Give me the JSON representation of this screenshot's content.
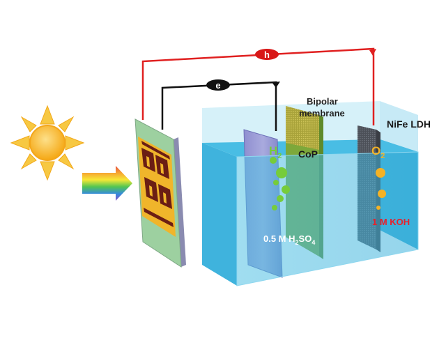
{
  "labels": {
    "h": "h",
    "e": "e",
    "bipolar_line1": "Bipolar",
    "bipolar_line2": "membrane",
    "nife": "NiFe LDH",
    "cop": "CoP",
    "h2_main": "H",
    "h2_sub": "2",
    "o2_main": "O",
    "o2_sub": "2",
    "acid_prefix": "0.5 M H",
    "acid_sub1": "2",
    "acid_mid": "SO",
    "acid_sub2": "4",
    "koh": "1 M  KOH"
  },
  "colors": {
    "hole_wire": "#e02020",
    "electron_wire": "#111111",
    "sun": "#f7b01f",
    "water": "#4cc0e2",
    "membrane": "#7da83a",
    "h2_bubble": "#76cc3a",
    "o2_bubble": "#f4b225",
    "koh_text": "#e8202a"
  },
  "icons": {
    "sun": "sun-icon",
    "light_arrow": "rainbow-arrow-icon"
  }
}
